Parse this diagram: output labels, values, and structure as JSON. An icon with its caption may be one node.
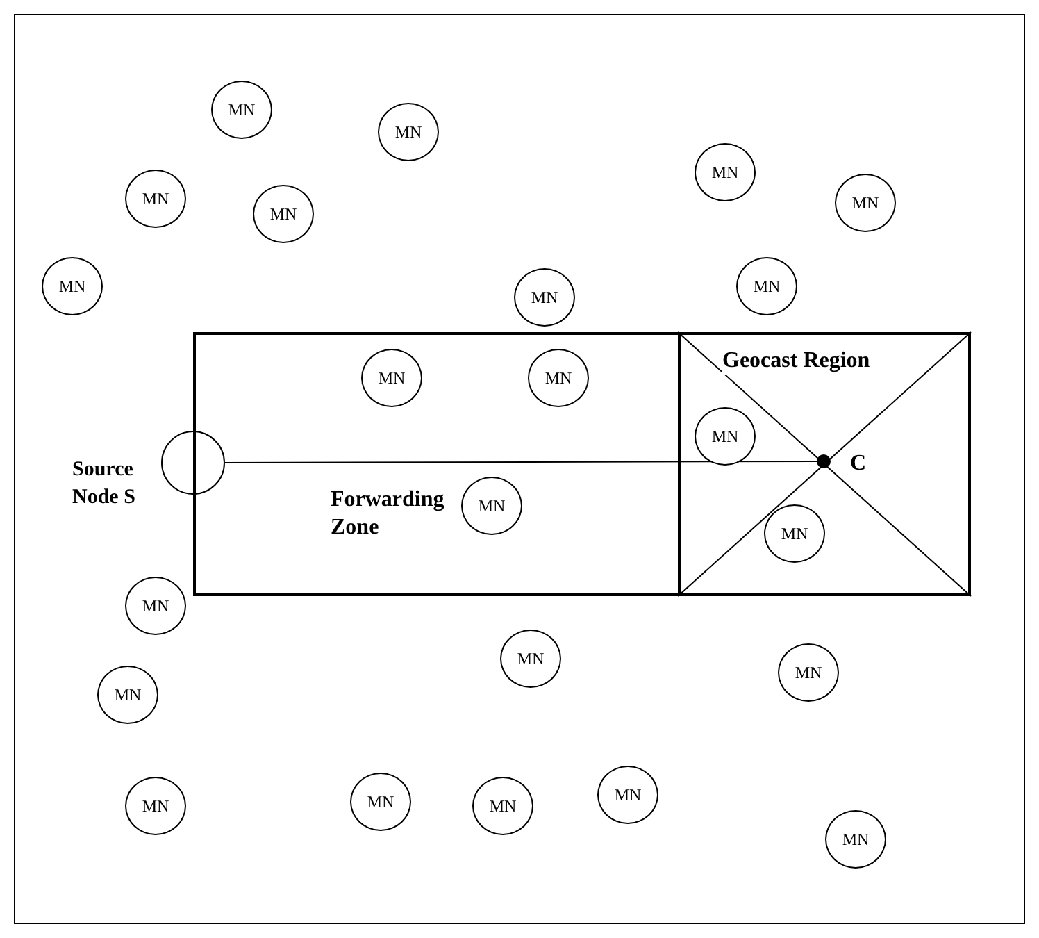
{
  "diagram": {
    "nodes": [
      {
        "text": [
          "MN"
        ]
      },
      {
        "text": [
          "MN"
        ]
      },
      {
        "text": [
          "MN"
        ]
      },
      {
        "text": [
          "MN"
        ]
      },
      {
        "text": [
          "MN"
        ]
      },
      {
        "text": [
          "MN"
        ]
      },
      {
        "text": [
          "MN"
        ]
      },
      {
        "text": [
          "MN"
        ]
      },
      {
        "text": [
          "MN"
        ]
      },
      {
        "text": [
          "Forwarding Zone"
        ]
      },
      {
        "text": [
          "MN"
        ],
        "in": 9
      },
      {
        "text": [
          "MN"
        ],
        "in": 9
      },
      {
        "text": [
          "MN"
        ],
        "in": 9
      },
      {
        "text": [
          "Geocast Region"
        ]
      },
      {
        "text": [
          "MN"
        ],
        "in": 13
      },
      {
        "text": [],
        "shape": "circle",
        "in": 13,
        "beside": [
          "C"
        ]
      },
      {
        "text": [
          "MN"
        ],
        "in": 13
      },
      {
        "text": [],
        "shape": "circle",
        "beside": [
          "Source Node S"
        ]
      },
      {
        "text": [
          "MN"
        ]
      },
      {
        "text": [
          "MN"
        ]
      },
      {
        "text": [
          "MN"
        ]
      },
      {
        "text": [
          "MN"
        ]
      },
      {
        "text": [
          "MN"
        ]
      },
      {
        "text": [
          "MN"
        ]
      },
      {
        "text": [
          "MN"
        ]
      },
      {
        "text": [
          "MN"
        ]
      },
      {
        "text": [
          "MN"
        ]
      }
    ],
    "edges": [
      {
        "from": 17,
        "to": 15,
        "arrow": "none"
      }
    ]
  }
}
